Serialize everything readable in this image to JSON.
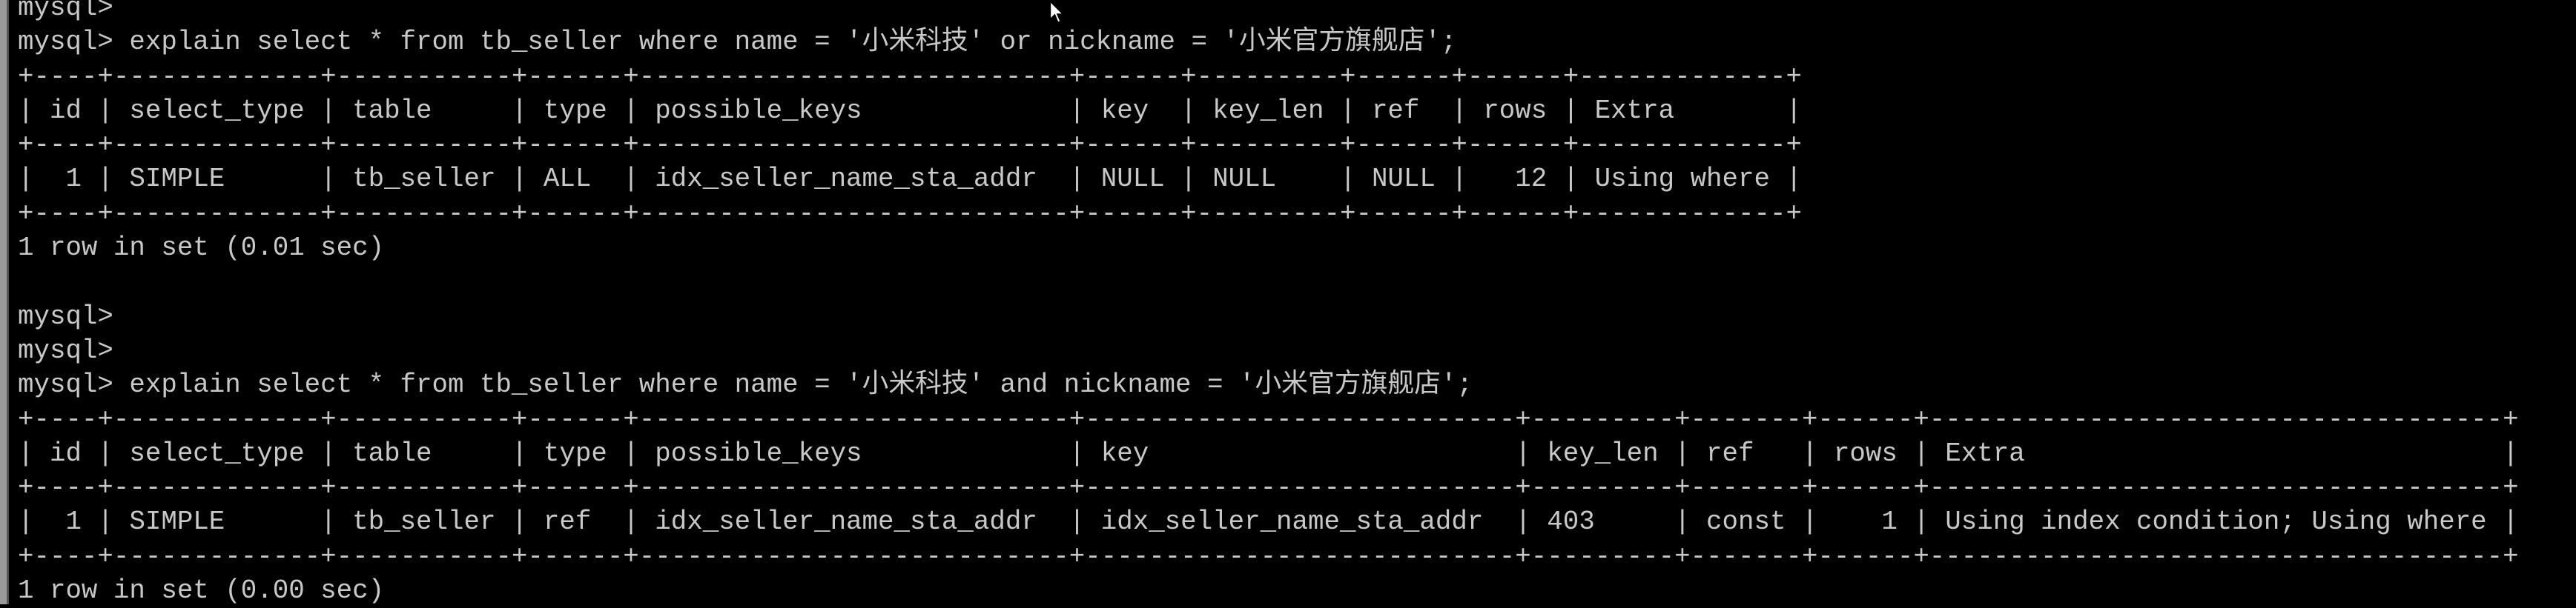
{
  "terminal": {
    "lines": [
      "mysql>",
      "mysql> explain select * from tb_seller where name = '小米科技' or nickname = '小米官方旗舰店';",
      "+----+-------------+-----------+------+---------------------------+------+---------+------+------+-------------+",
      "| id | select_type | table     | type | possible_keys             | key  | key_len | ref  | rows | Extra       |",
      "+----+-------------+-----------+------+---------------------------+------+---------+------+------+-------------+",
      "|  1 | SIMPLE      | tb_seller | ALL  | idx_seller_name_sta_addr  | NULL | NULL    | NULL |   12 | Using where |",
      "+----+-------------+-----------+------+---------------------------+------+---------+------+------+-------------+",
      "1 row in set (0.01 sec)",
      "",
      "mysql>",
      "mysql>",
      "mysql> explain select * from tb_seller where name = '小米科技' and nickname = '小米官方旗舰店';",
      "+----+-------------+-----------+------+---------------------------+---------------------------+---------+-------+------+------------------------------------+",
      "| id | select_type | table     | type | possible_keys             | key                       | key_len | ref   | rows | Extra                              |",
      "+----+-------------+-----------+------+---------------------------+---------------------------+---------+-------+------+------------------------------------+",
      "|  1 | SIMPLE      | tb_seller | ref  | idx_seller_name_sta_addr  | idx_seller_name_sta_addr  | 403     | const |    1 | Using index condition; Using where |",
      "+----+-------------+-----------+------+---------------------------+---------------------------+---------+-------+------+------------------------------------+",
      "1 row in set (0.00 sec)"
    ]
  },
  "colors": {
    "background": "#000000",
    "text": "#c8c8c8",
    "window_border": "#9a9a9a"
  },
  "icons": {
    "pointer": "mouse-pointer-icon"
  }
}
